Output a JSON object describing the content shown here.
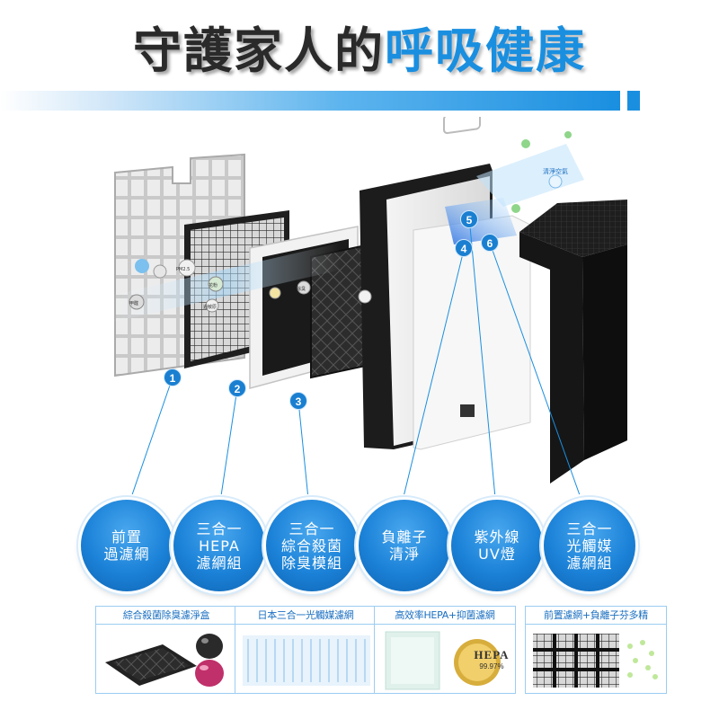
{
  "title": {
    "part_dark": "守護家人的",
    "part_blue": "呼吸健康"
  },
  "colors": {
    "accent_blue": "#1a8fe0",
    "circle_blue": "#1b82d8",
    "title_dark": "#2a2a2a"
  },
  "diagram": {
    "number_badges": [
      "1",
      "2",
      "3",
      "4",
      "5",
      "6"
    ],
    "badge_icon_texts": [
      "清淨空氣",
      "PM2.5",
      "甲醛",
      "過敏原",
      "花粉",
      "除臭"
    ]
  },
  "features": [
    {
      "label": "前置\n過濾網"
    },
    {
      "label": "三合一\nHEPA\n濾網組"
    },
    {
      "label": "三合一\n綜合殺菌\n除臭模組"
    },
    {
      "label": "負離子\n清淨"
    },
    {
      "label": "紫外線\nUV燈"
    },
    {
      "label": "三合一\n光觸媒\n濾網組"
    }
  ],
  "product_boxes": [
    {
      "label": "綜合殺菌除臭濾淨盒"
    },
    {
      "label": "日本三合一光觸媒濾網"
    },
    {
      "label": "高效率HEPA+抑菌濾網",
      "seal_text": "HEPA",
      "seal_sub": "99.97%"
    },
    {
      "label": "前置濾網+負離子芬多精"
    }
  ]
}
